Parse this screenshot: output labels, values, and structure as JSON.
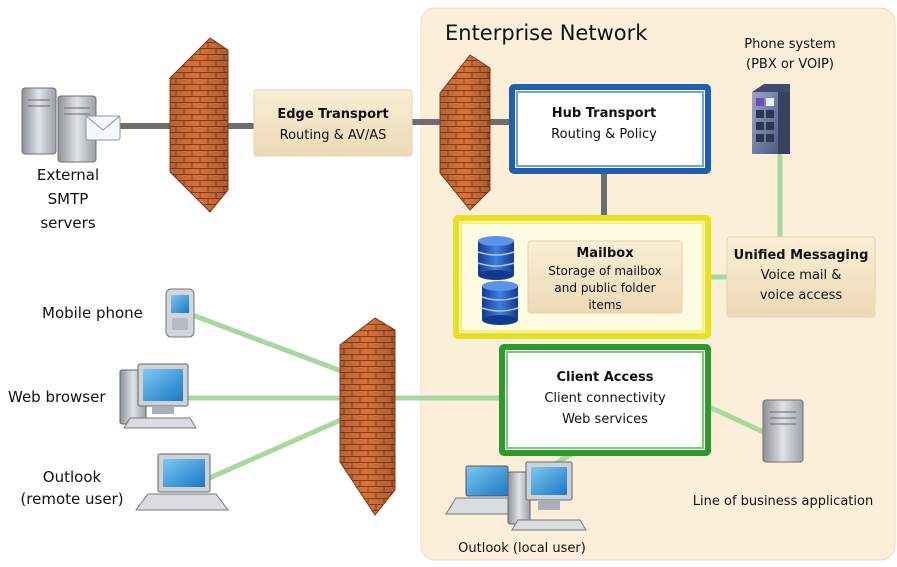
{
  "enterprise": {
    "title": "Enterprise Network"
  },
  "edge": {
    "title": "Edge Transport",
    "sub": "Routing & AV/AS"
  },
  "hub": {
    "title": "Hub Transport",
    "sub": "Routing & Policy"
  },
  "mailbox": {
    "title": "Mailbox",
    "line1": "Storage of mailbox",
    "line2": "and public folder",
    "line3": "items"
  },
  "unified": {
    "title": "Unified Messaging",
    "line1": "Voice mail &",
    "line2": "voice access"
  },
  "client_access": {
    "title": "Client Access",
    "line1": "Client connectivity",
    "line2": "Web services"
  },
  "phone": {
    "line1": "Phone system",
    "line2": "(PBX or VOIP)"
  },
  "external": {
    "line1": "External",
    "line2": "SMTP",
    "line3": "servers"
  },
  "clients": {
    "mobile": "Mobile phone",
    "web": "Web browser",
    "outlook1": "Outlook",
    "outlook2": "(remote user)"
  },
  "lob": {
    "label": "Line of business application"
  },
  "local": {
    "label": "Outlook (local user)"
  },
  "colors": {
    "enterprise_bg": "#fcefd9",
    "hub_border": "#1f5fae",
    "mailbox_border": "#e8e020",
    "client_border": "#2e9a2e",
    "firewall": "#c8632f",
    "connector_green": "#a8d8a0",
    "connector_gray": "#707070"
  }
}
